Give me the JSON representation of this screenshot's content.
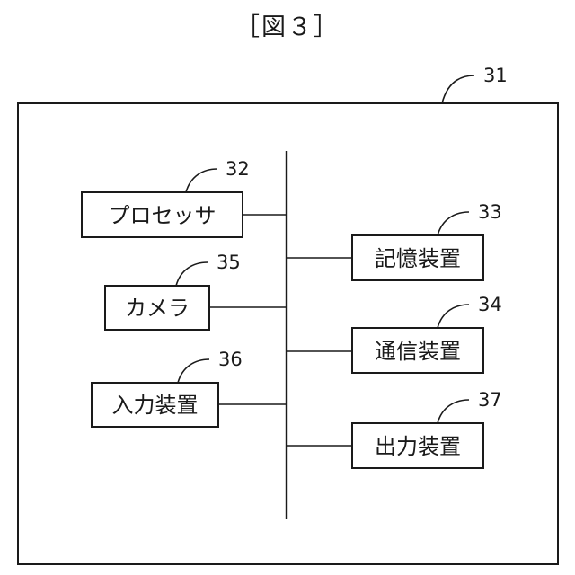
{
  "figure_title": "［図３］",
  "device_ref": "31",
  "components": [
    {
      "id": "processor",
      "label": "プロセッサ",
      "ref": "32"
    },
    {
      "id": "storage",
      "label": "記憶装置",
      "ref": "33"
    },
    {
      "id": "communication",
      "label": "通信装置",
      "ref": "34"
    },
    {
      "id": "camera",
      "label": "カメラ",
      "ref": "35"
    },
    {
      "id": "input",
      "label": "入力装置",
      "ref": "36"
    },
    {
      "id": "output",
      "label": "出力装置",
      "ref": "37"
    }
  ]
}
